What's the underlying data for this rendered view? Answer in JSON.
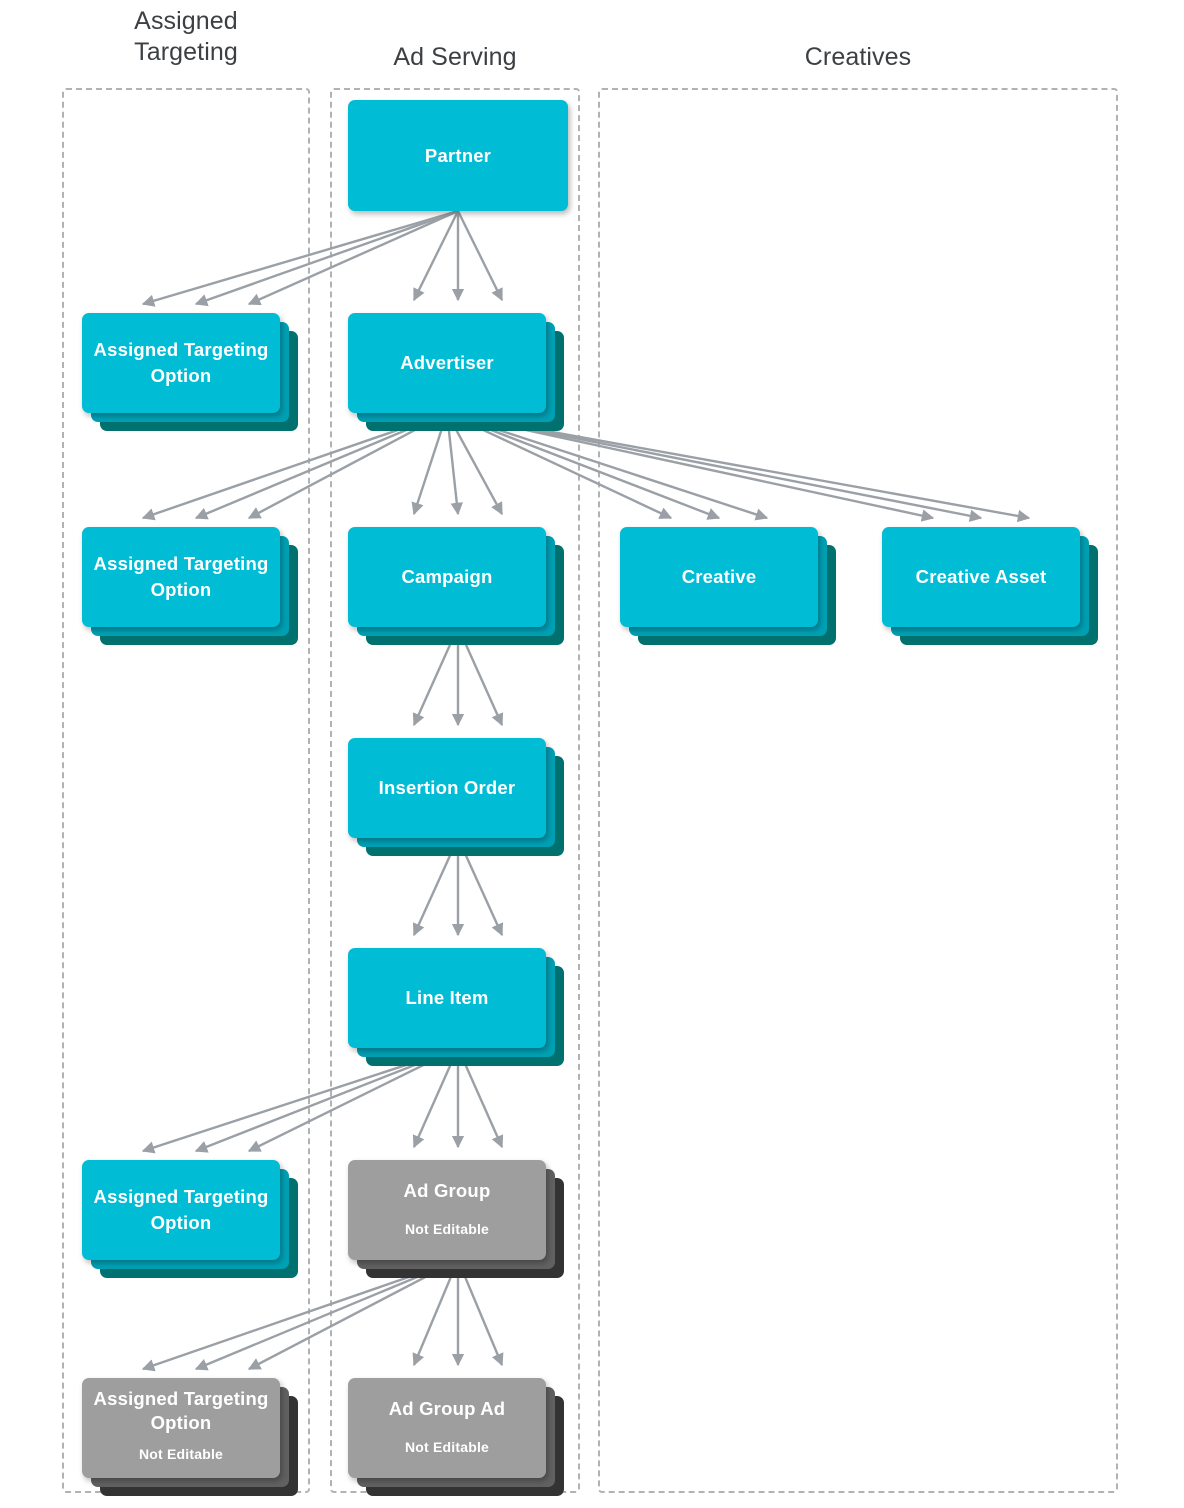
{
  "diagram": {
    "title_color": "#3c4043",
    "palette": {
      "teal_front": "#00bcd4",
      "teal_mid": "#00a0b4",
      "teal_back": "#00716e",
      "grey_front": "#9e9e9e",
      "grey_mid": "#616161",
      "grey_back": "#333333",
      "edge": "#9aa0a6",
      "container_border": "#b0b3b5"
    },
    "columns": [
      {
        "id": "assigned-targeting",
        "label": "Assigned\nTargeting",
        "label_line1": "Assigned",
        "label_line2": "Targeting"
      },
      {
        "id": "ad-serving",
        "label": "Ad Serving"
      },
      {
        "id": "creatives",
        "label": "Creatives"
      }
    ],
    "nodes": [
      {
        "id": "partner",
        "label": "Partner",
        "sub": "",
        "kind": "teal",
        "stacked": false,
        "column": "ad-serving"
      },
      {
        "id": "ato-partner",
        "label": "Assigned Targeting Option",
        "sub": "",
        "kind": "teal",
        "stacked": true,
        "column": "assigned-targeting"
      },
      {
        "id": "advertiser",
        "label": "Advertiser",
        "sub": "",
        "kind": "teal",
        "stacked": true,
        "column": "ad-serving"
      },
      {
        "id": "ato-advertiser",
        "label": "Assigned Targeting Option",
        "sub": "",
        "kind": "teal",
        "stacked": true,
        "column": "assigned-targeting"
      },
      {
        "id": "campaign",
        "label": "Campaign",
        "sub": "",
        "kind": "teal",
        "stacked": true,
        "column": "ad-serving"
      },
      {
        "id": "creative",
        "label": "Creative",
        "sub": "",
        "kind": "teal",
        "stacked": true,
        "column": "creatives"
      },
      {
        "id": "creative-asset",
        "label": "Creative Asset",
        "sub": "",
        "kind": "teal",
        "stacked": true,
        "column": "creatives"
      },
      {
        "id": "insertion-order",
        "label": "Insertion Order",
        "sub": "",
        "kind": "teal",
        "stacked": true,
        "column": "ad-serving"
      },
      {
        "id": "line-item",
        "label": "Line Item",
        "sub": "",
        "kind": "teal",
        "stacked": true,
        "column": "ad-serving"
      },
      {
        "id": "ato-line-item",
        "label": "Assigned Targeting Option",
        "sub": "",
        "kind": "teal",
        "stacked": true,
        "column": "assigned-targeting"
      },
      {
        "id": "ad-group",
        "label": "Ad Group",
        "sub": "Not Editable",
        "kind": "grey",
        "stacked": true,
        "column": "ad-serving"
      },
      {
        "id": "ato-ad-group",
        "label": "Assigned Targeting Option",
        "sub": "Not Editable",
        "kind": "grey",
        "stacked": true,
        "column": "assigned-targeting"
      },
      {
        "id": "ad-group-ad",
        "label": "Ad Group Ad",
        "sub": "Not Editable",
        "kind": "grey",
        "stacked": true,
        "column": "ad-serving"
      }
    ],
    "edges": [
      {
        "from": "partner",
        "to": "ato-partner",
        "multiplicity": 3
      },
      {
        "from": "partner",
        "to": "advertiser",
        "multiplicity": 3
      },
      {
        "from": "advertiser",
        "to": "ato-advertiser",
        "multiplicity": 3
      },
      {
        "from": "advertiser",
        "to": "campaign",
        "multiplicity": 3
      },
      {
        "from": "advertiser",
        "to": "creative",
        "multiplicity": 3
      },
      {
        "from": "advertiser",
        "to": "creative-asset",
        "multiplicity": 3
      },
      {
        "from": "campaign",
        "to": "insertion-order",
        "multiplicity": 3
      },
      {
        "from": "insertion-order",
        "to": "line-item",
        "multiplicity": 3
      },
      {
        "from": "line-item",
        "to": "ato-line-item",
        "multiplicity": 3
      },
      {
        "from": "line-item",
        "to": "ad-group",
        "multiplicity": 3
      },
      {
        "from": "ad-group",
        "to": "ato-ad-group",
        "multiplicity": 3
      },
      {
        "from": "ad-group",
        "to": "ad-group-ad",
        "multiplicity": 3
      }
    ]
  }
}
